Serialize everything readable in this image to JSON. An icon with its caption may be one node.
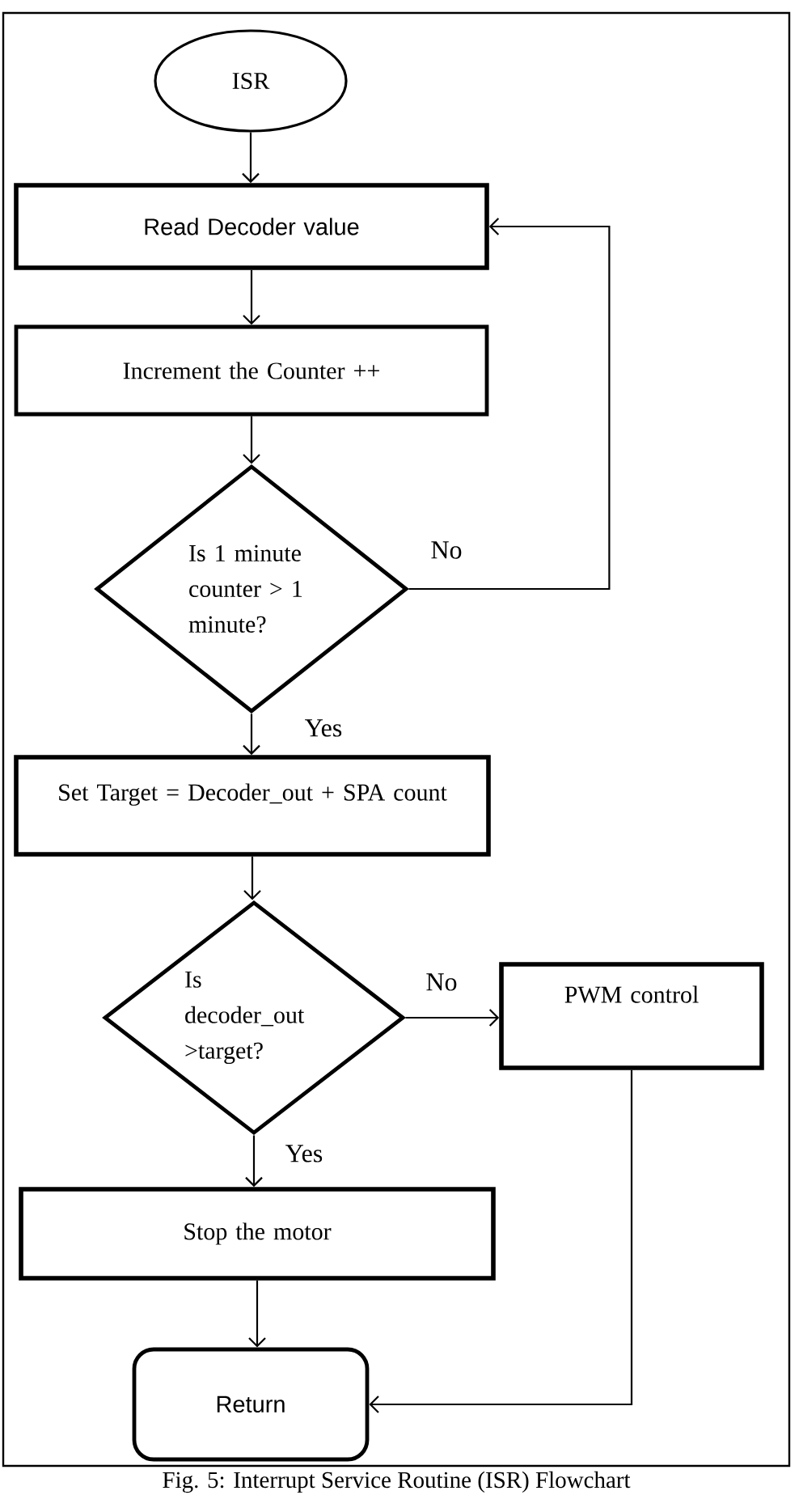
{
  "diagram": {
    "caption": "Fig. 5: Interrupt Service Routine (ISR) Flowchart",
    "nodes": [
      {
        "text": [
          "ISR"
        ]
      },
      {
        "text": [
          "Read Decoder value"
        ]
      },
      {
        "text": [
          "Increment the Counter ++"
        ]
      },
      {
        "text": [
          "Is 1 minute counter > 1 minute?"
        ]
      },
      {
        "text": [
          "Set Target = Decoder_out + SPA count"
        ]
      },
      {
        "text": [
          "Is decoder_out >target?"
        ]
      },
      {
        "text": [
          "PWM control"
        ]
      },
      {
        "text": [
          "Stop the motor"
        ]
      },
      {
        "text": [
          "Return"
        ]
      }
    ],
    "edges": [
      {
        "from": 0,
        "to": 1,
        "arrow": "to"
      },
      {
        "from": 1,
        "to": 2,
        "arrow": "to"
      },
      {
        "from": 2,
        "to": 3,
        "arrow": "to"
      },
      {
        "from": 3,
        "to": 1,
        "arrow": "to",
        "label": "No"
      },
      {
        "from": 3,
        "to": 4,
        "arrow": "to",
        "label": "Yes"
      },
      {
        "from": 4,
        "to": 5,
        "arrow": "to"
      },
      {
        "from": 5,
        "to": 6,
        "arrow": "to",
        "label": "No"
      },
      {
        "from": 5,
        "to": 7,
        "arrow": "to",
        "label": "Yes"
      },
      {
        "from": 7,
        "to": 8,
        "arrow": "to"
      },
      {
        "from": 6,
        "to": 8,
        "arrow": "to"
      }
    ]
  }
}
